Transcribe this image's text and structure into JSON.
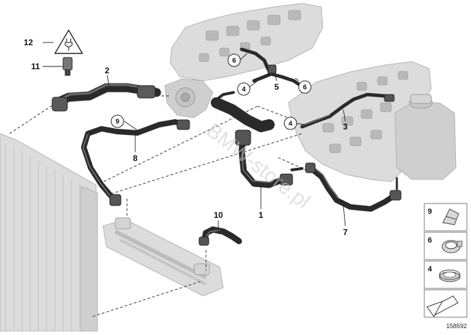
{
  "callouts": {
    "c1": "1",
    "c2": "2",
    "c3": "3",
    "c5": "5",
    "c7": "7",
    "c8": "8",
    "c10": "10",
    "c11": "11",
    "c12": "12",
    "circle_6a": "6",
    "circle_6b": "6",
    "circle_4a": "4",
    "circle_4b": "4",
    "circle_9": "9"
  },
  "legend": {
    "item_9": "9",
    "item_6": "6",
    "item_4": "4"
  },
  "watermark": "BMW-store.pl",
  "diagram_number": "158592",
  "colors": {
    "hose": "#2a2a2a",
    "engine_gray": "#dcdcdc",
    "legend_border": "#7a7a7a"
  }
}
